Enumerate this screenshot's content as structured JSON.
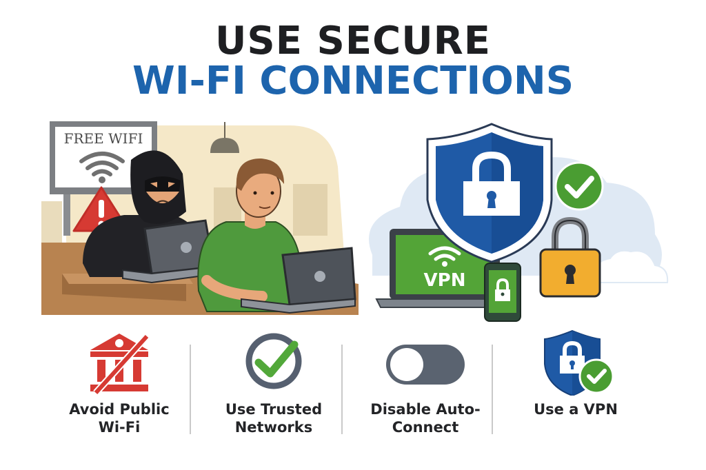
{
  "header": {
    "title_line1": "USE SECURE",
    "title_line2": "WI-FI CONNECTIONS"
  },
  "colors": {
    "title_dark": "#1e1f22",
    "title_blue": "#1d64ad",
    "danger_red": "#d63a33",
    "success_green": "#4a9d32",
    "shield_blue": "#1f5aa6",
    "lock_gold": "#f2ad2f",
    "toggle_gray": "#5a6370"
  },
  "scene_public": {
    "sign_text": "FREE WIFI",
    "icons": [
      "wifi-icon",
      "warning-triangle-icon",
      "hacker-figure",
      "user-figure",
      "laptop-icon",
      "pendant-lamp"
    ]
  },
  "scene_secure": {
    "laptop_text": "VPN",
    "icons": [
      "shield-lock-icon",
      "check-circle-icon",
      "padlock-icon",
      "phone-lock-icon",
      "wifi-icon",
      "cloud"
    ]
  },
  "tips": [
    {
      "label_line1": "Avoid Public",
      "label_line2": "Wi-Fi",
      "icon": "no-public-building-icon"
    },
    {
      "label_line1": "Use Trusted",
      "label_line2": "Networks",
      "icon": "check-circle-icon"
    },
    {
      "label_line1": "Disable Auto-",
      "label_line2": "Connect",
      "icon": "toggle-off-icon"
    },
    {
      "label_line1": "Use a VPN",
      "label_line2": "",
      "icon": "shield-lock-check-icon"
    }
  ]
}
